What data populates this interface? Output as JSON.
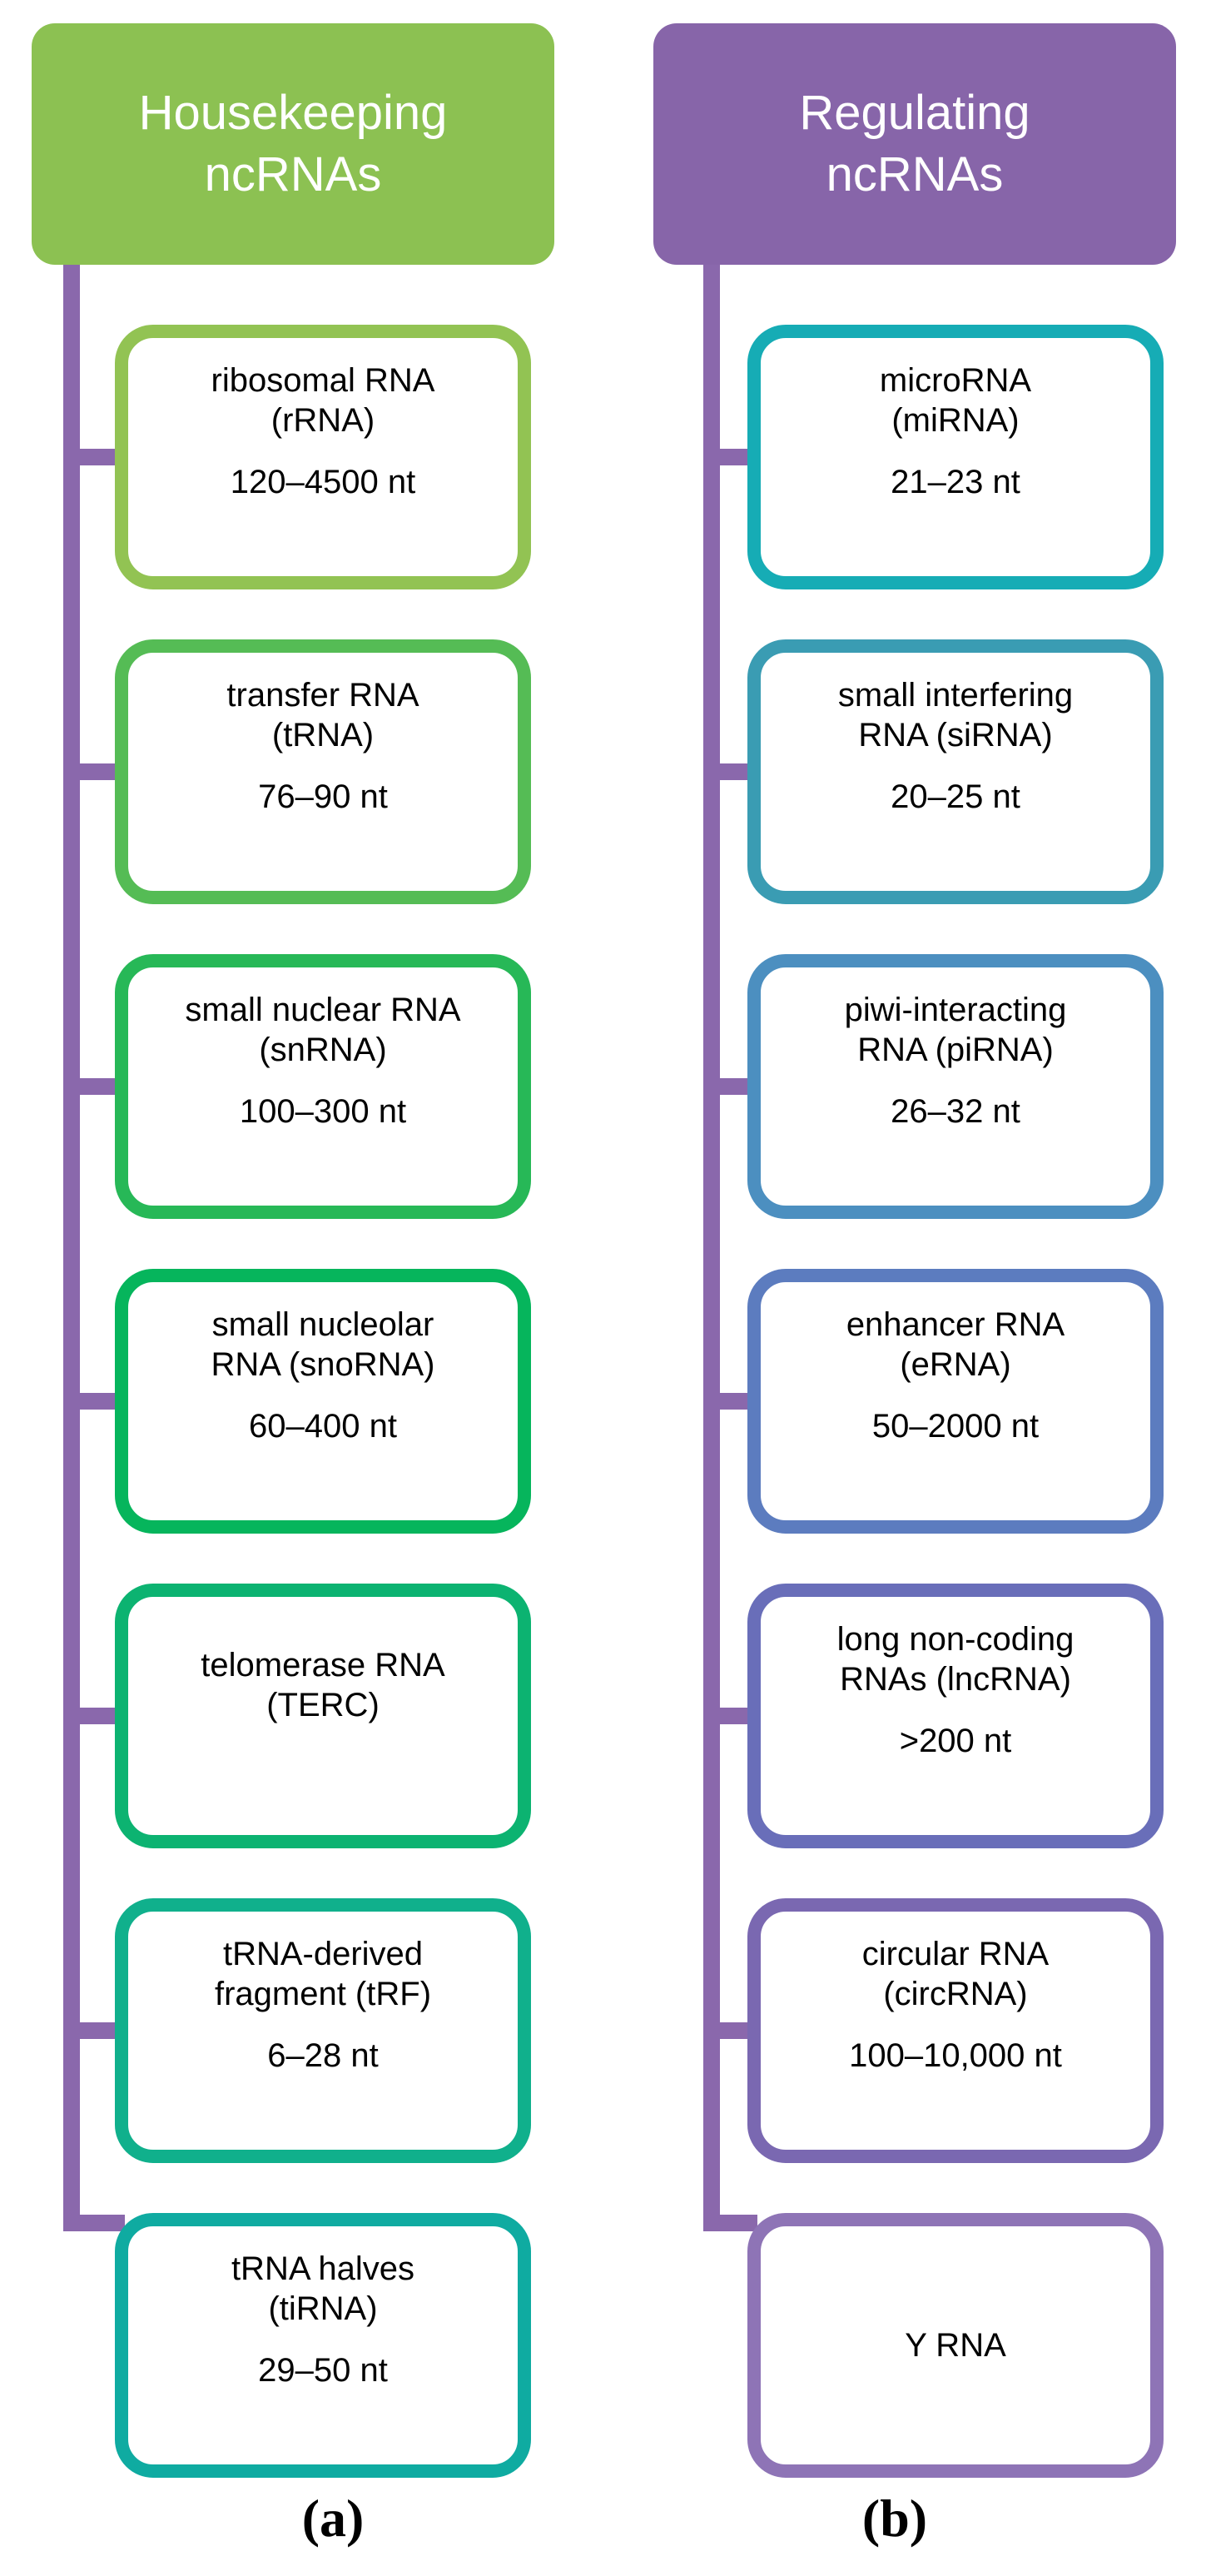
{
  "connector_color": "#8A68AC",
  "colors": {
    "background": "#FFFFFF",
    "box_fill": "#FFFFFF",
    "box_text": "#000000",
    "header_text": "#FFFFFF",
    "housekeeping_header_bg": "#8CC152",
    "regulating_header_bg": "#8765A9"
  },
  "columns": [
    {
      "id": "housekeeping",
      "panel_label": "(a)",
      "header": {
        "bg": "#8CC152",
        "lines": [
          "Housekeeping",
          "ncRNAs"
        ]
      },
      "boxes": [
        {
          "name_lines": [
            "ribosomal RNA",
            "(rRNA)"
          ],
          "size": "120–4500 nt",
          "border": "#92C353"
        },
        {
          "name_lines": [
            "transfer RNA",
            "(tRNA)"
          ],
          "size": "76–90 nt",
          "border": "#55BC55"
        },
        {
          "name_lines": [
            "small nuclear RNA",
            "(snRNA)"
          ],
          "size": "100–300 nt",
          "border": "#27B857"
        },
        {
          "name_lines": [
            "small nucleolar",
            "RNA (snoRNA)"
          ],
          "size": "60–400 nt",
          "border": "#06B55C"
        },
        {
          "name_lines": [
            "telomerase RNA",
            "(TERC)"
          ],
          "size": "",
          "border": "#0CB371"
        },
        {
          "name_lines": [
            "tRNA-derived",
            "fragment (tRF)"
          ],
          "size": "6–28 nt",
          "border": "#10B08C"
        },
        {
          "name_lines": [
            "tRNA halves",
            "(tiRNA)"
          ],
          "size": "29–50 nt",
          "border": "#0FABA1"
        }
      ]
    },
    {
      "id": "regulating",
      "panel_label": "(b)",
      "header": {
        "bg": "#8765A9",
        "lines": [
          "Regulating",
          "ncRNAs"
        ]
      },
      "boxes": [
        {
          "name_lines": [
            "microRNA",
            "(miRNA)"
          ],
          "size": "21–23 nt",
          "border": "#16ACB5"
        },
        {
          "name_lines": [
            "small interfering",
            "RNA (siRNA)"
          ],
          "size": "20–25 nt",
          "border": "#3A9CB3"
        },
        {
          "name_lines": [
            "piwi-interacting",
            "RNA (piRNA)"
          ],
          "size": "26–32 nt",
          "border": "#4C8FC0"
        },
        {
          "name_lines": [
            "enhancer RNA",
            "(eRNA)"
          ],
          "size": "50–2000 nt",
          "border": "#5C7CBF"
        },
        {
          "name_lines": [
            "long non-coding",
            "RNAs (lncRNA)"
          ],
          "size": ">200 nt",
          "border": "#696EB9"
        },
        {
          "name_lines": [
            "circular RNA",
            "(circRNA)"
          ],
          "size": "100–10,000 nt",
          "border": "#7A68B1"
        },
        {
          "name_lines": [
            "Y RNA"
          ],
          "size": null,
          "border": "#8E74B6"
        }
      ]
    }
  ]
}
